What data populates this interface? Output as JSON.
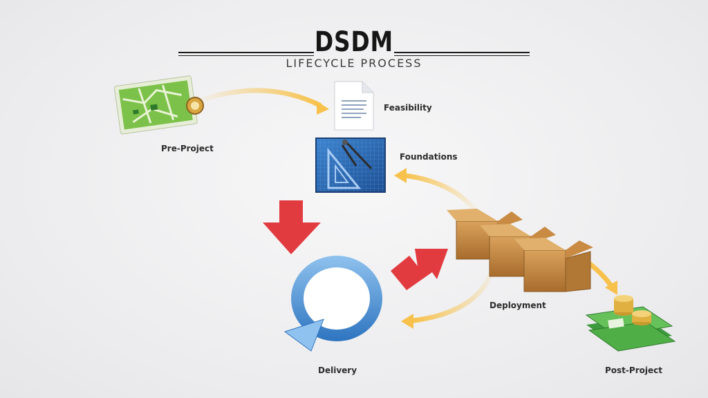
{
  "header": {
    "title": "DSDM",
    "subtitle": "LIFECYCLE PROCESS"
  },
  "stages": {
    "pre_project": "Pre-Project",
    "feasibility": "Feasibility",
    "foundations": "Foundations",
    "delivery": "Delivery",
    "deployment": "Deployment",
    "post_project": "Post-Project"
  },
  "colors": {
    "curved_arrow": "#f7c14b",
    "block_arrow": "#e23b3f",
    "cycle_ring": "#5b9bd5",
    "blueprint": "#2f6db5",
    "box": "#c98b43",
    "cash": "#4caf50",
    "coin": "#e0b040"
  },
  "icons": {
    "pre_project": "map-icon",
    "feasibility": "document-icon",
    "foundations": "blueprint-icon",
    "delivery": "cycle-icon",
    "deployment": "boxes-icon",
    "post_project": "money-icon"
  }
}
